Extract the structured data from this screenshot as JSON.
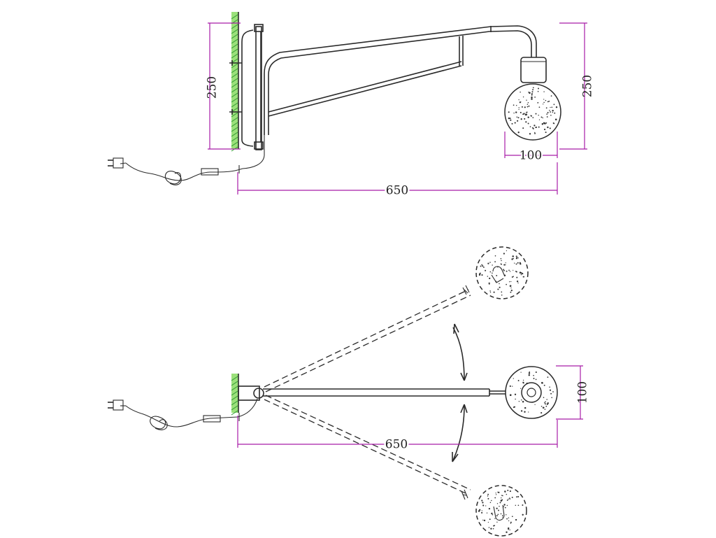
{
  "side_view": {
    "wall_height_label": "250",
    "lamp_height_label": "250",
    "bulb_width_label": "100",
    "total_length_label": "650"
  },
  "top_view": {
    "bulb_diameter_label": "100",
    "arm_length_label": "650"
  },
  "colors": {
    "dimension": "#a81ca8",
    "wall": "#9be07b",
    "line": "#2a2a2a"
  }
}
